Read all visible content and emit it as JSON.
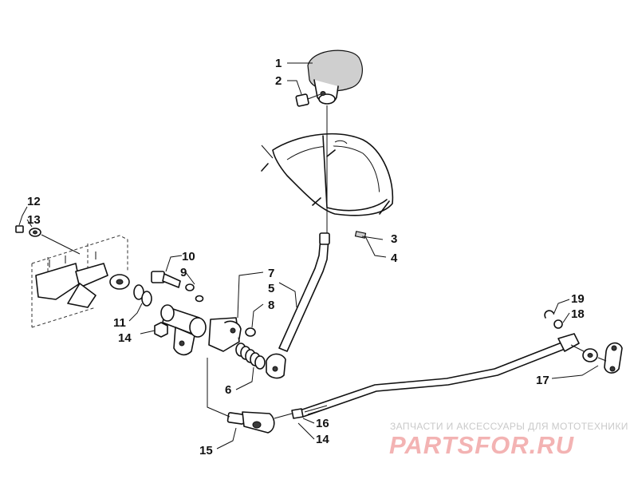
{
  "callouts": [
    "1",
    "2",
    "3",
    "4",
    "5",
    "6",
    "7",
    "8",
    "9",
    "10",
    "11",
    "12",
    "13",
    "14",
    "15",
    "14",
    "16",
    "17",
    "18",
    "19"
  ],
  "watermark": {
    "caption": "ЗАПЧАСТИ И АКСЕССУАРЫ ДЛЯ МОТОТЕХНИКИ",
    "logo": "PARTSFOR.RU"
  },
  "colors": {
    "line": "#111111",
    "background": "#ffffff",
    "watermark_logo": "#f3b3b3",
    "watermark_caption": "#c9c9c9"
  }
}
